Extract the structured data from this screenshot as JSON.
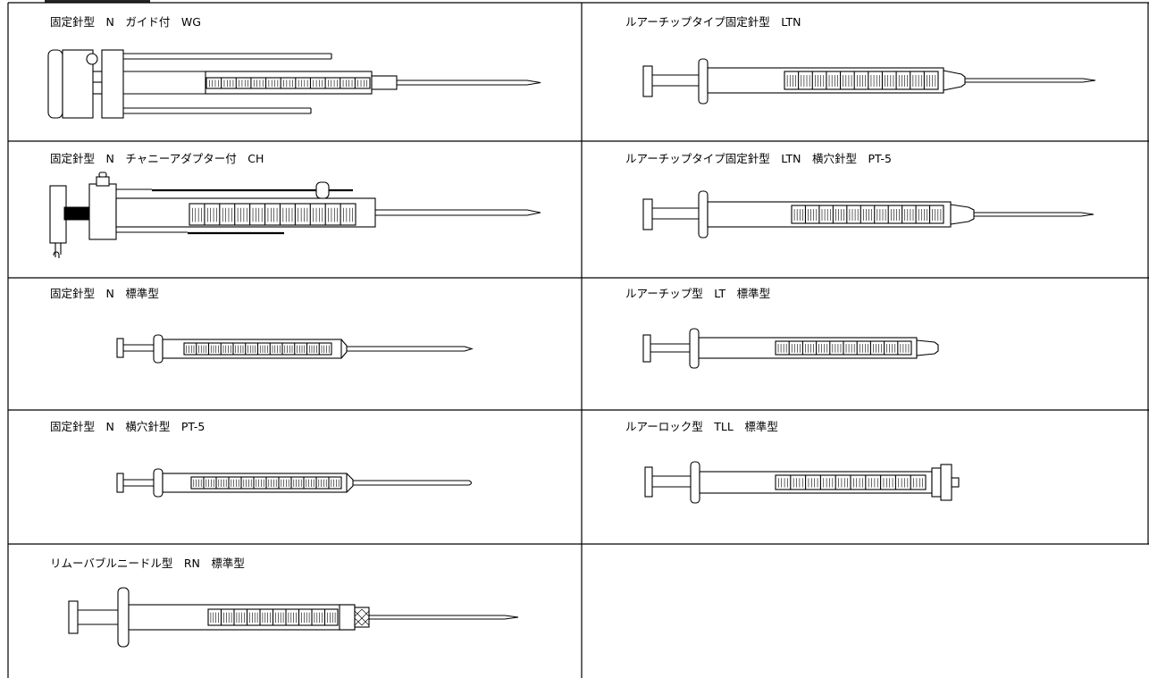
{
  "page": {
    "header_fragment": "…",
    "header_icon": "clipped-heading-text"
  },
  "cells": [
    {
      "id": "wg",
      "label": "固定針型　N　ガイド付　WG",
      "kind": "fixed-needle-guide"
    },
    {
      "id": "ltn",
      "label": "ルアーチップタイプ固定針型　LTN",
      "kind": "luer-tip-fixed"
    },
    {
      "id": "ch",
      "label": "固定針型　N　チャニーアダプター付　CH",
      "kind": "fixed-needle-chaney"
    },
    {
      "id": "ltn-pt5",
      "label": "ルアーチップタイプ固定針型　LTN　横穴針型　PT-5",
      "kind": "luer-tip-fixed-side"
    },
    {
      "id": "n-std",
      "label": "固定針型　N　標準型",
      "kind": "fixed-needle"
    },
    {
      "id": "lt-std",
      "label": "ルアーチップ型　LT　標準型",
      "kind": "luer-tip"
    },
    {
      "id": "n-pt5",
      "label": "固定針型　N　横穴針型　PT-5",
      "kind": "fixed-needle-side"
    },
    {
      "id": "tll-std",
      "label": "ルアーロック型　TLL　標準型",
      "kind": "luer-lock"
    },
    {
      "id": "rn-std",
      "label": "リムーバブルニードル型　RN　標準型",
      "kind": "removable-needle"
    }
  ]
}
